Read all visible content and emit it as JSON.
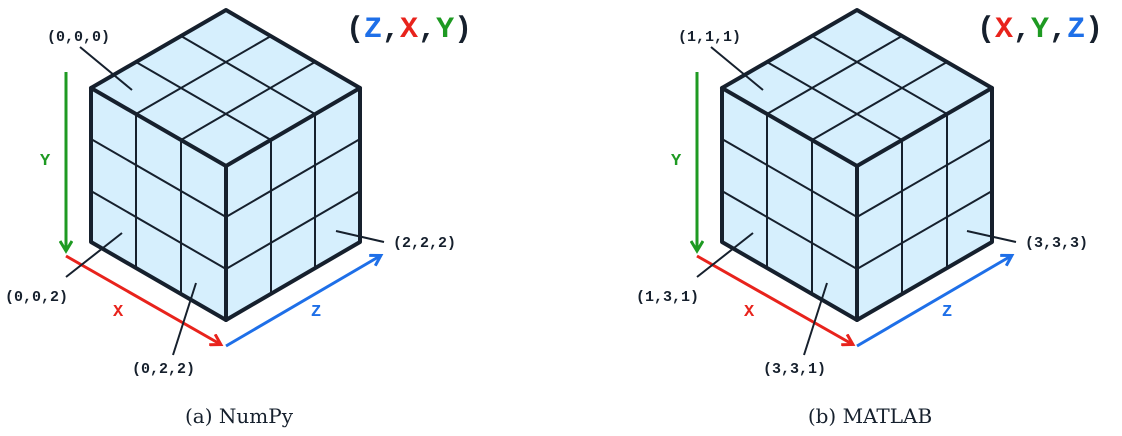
{
  "panels": [
    {
      "caption": "(a) NumPy",
      "order": [
        {
          "text": "Z",
          "color": "#1e6fe8"
        },
        {
          "text": "X",
          "color": "#e8231c"
        },
        {
          "text": "Y",
          "color": "#1e9a22"
        }
      ],
      "brackets": {
        "open": "(",
        "close": ")",
        "sep": ","
      },
      "labels": {
        "top": "(0,0,0)",
        "left": "(0,0,2)",
        "bottom": "(0,2,2)",
        "right": "(2,2,2)"
      },
      "axes": {
        "y": "Y",
        "x": "X",
        "z": "Z"
      }
    },
    {
      "caption": "(b) MATLAB",
      "order": [
        {
          "text": "X",
          "color": "#e8231c"
        },
        {
          "text": "Y",
          "color": "#1e9a22"
        },
        {
          "text": "Z",
          "color": "#1e6fe8"
        }
      ],
      "brackets": {
        "open": "(",
        "close": ")",
        "sep": ","
      },
      "labels": {
        "top": "(1,1,1)",
        "left": "(1,3,1)",
        "bottom": "(3,3,1)",
        "right": "(3,3,3)"
      },
      "axes": {
        "y": "Y",
        "x": "X",
        "z": "Z"
      }
    }
  ],
  "colors": {
    "x_axis": "#e8231c",
    "y_axis": "#1e9a22",
    "z_axis": "#1e6fe8",
    "cube_fill": "#d6effd",
    "cube_edge": "#16202d"
  }
}
